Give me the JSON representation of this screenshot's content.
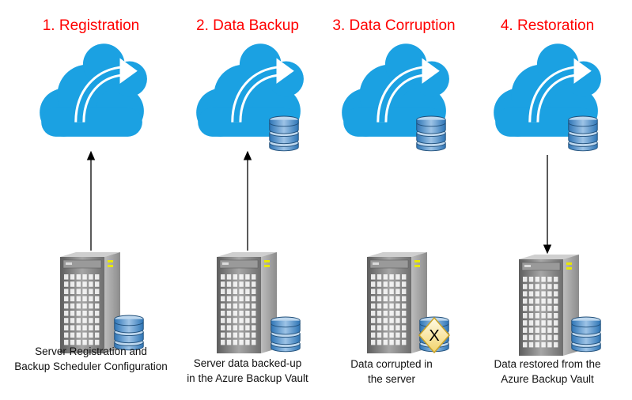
{
  "colors": {
    "title_red": "#ff0000",
    "cloud_blue": "#1ba1e2",
    "server_gray": "#8a8a8a",
    "db_blue": "#5b9bd5",
    "arrow_black": "#000000",
    "error_badge_yellow": "#f7e7a1"
  },
  "steps": [
    {
      "title": "1. Registration",
      "caption_lines": [
        "Server Registration and",
        "Backup Scheduler Configuration"
      ],
      "cloud_icon": "cloud-upload-icon",
      "cloud_has_db": false,
      "server_icon": "server-icon",
      "server_db_state": "normal",
      "arrow_direction": "up"
    },
    {
      "title": "2. Data Backup",
      "caption_lines": [
        "Server data backed-up",
        "in the Azure  Backup Vault"
      ],
      "cloud_icon": "cloud-upload-icon",
      "cloud_has_db": true,
      "server_icon": "server-icon",
      "server_db_state": "normal",
      "arrow_direction": "up"
    },
    {
      "title": "3. Data Corruption",
      "caption_lines": [
        "Data corrupted in",
        "the server"
      ],
      "cloud_icon": "cloud-upload-icon",
      "cloud_has_db": true,
      "server_icon": "server-icon",
      "server_db_state": "corrupted",
      "arrow_direction": "none"
    },
    {
      "title": "4. Restoration",
      "caption_lines": [
        "Data restored from the",
        "Azure Backup Vault"
      ],
      "cloud_icon": "cloud-upload-icon",
      "cloud_has_db": true,
      "server_icon": "server-icon",
      "server_db_state": "normal",
      "arrow_direction": "down"
    }
  ],
  "badge_text": "X"
}
